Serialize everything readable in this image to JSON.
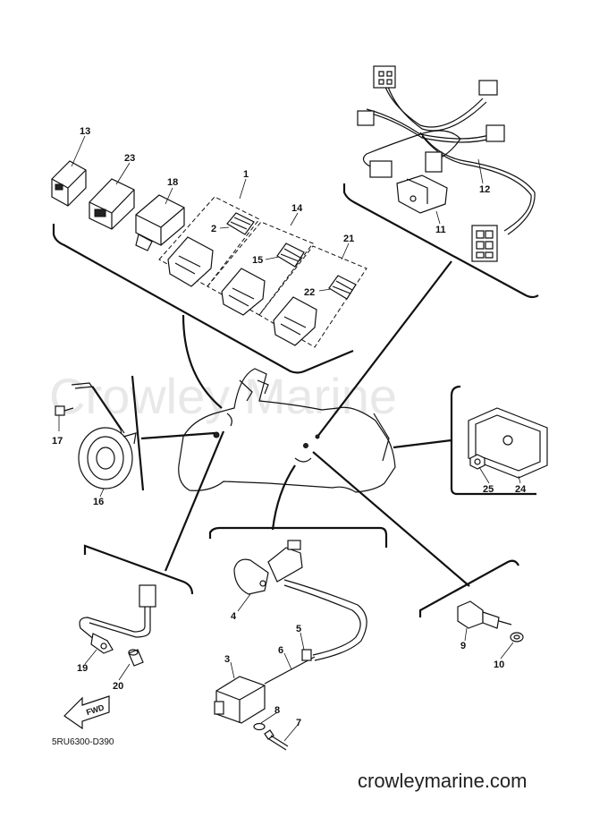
{
  "watermark": "Crowley Marine",
  "diagram_code": "5RU6300-D390",
  "footer_site": "crowleymarine.com",
  "fwd_label": "FWD",
  "callouts": {
    "p1": "1",
    "p2": "2",
    "p3": "3",
    "p4": "4",
    "p5": "5",
    "p6": "6",
    "p7": "7",
    "p8": "8",
    "p9": "9",
    "p10": "10",
    "p11": "11",
    "p12": "12",
    "p13": "13",
    "p14": "14",
    "p15": "15",
    "p16": "16",
    "p17": "17",
    "p18": "18",
    "p19": "19",
    "p20": "20",
    "p21": "21",
    "p22": "22",
    "p23": "23",
    "p24": "24",
    "p25": "25"
  }
}
